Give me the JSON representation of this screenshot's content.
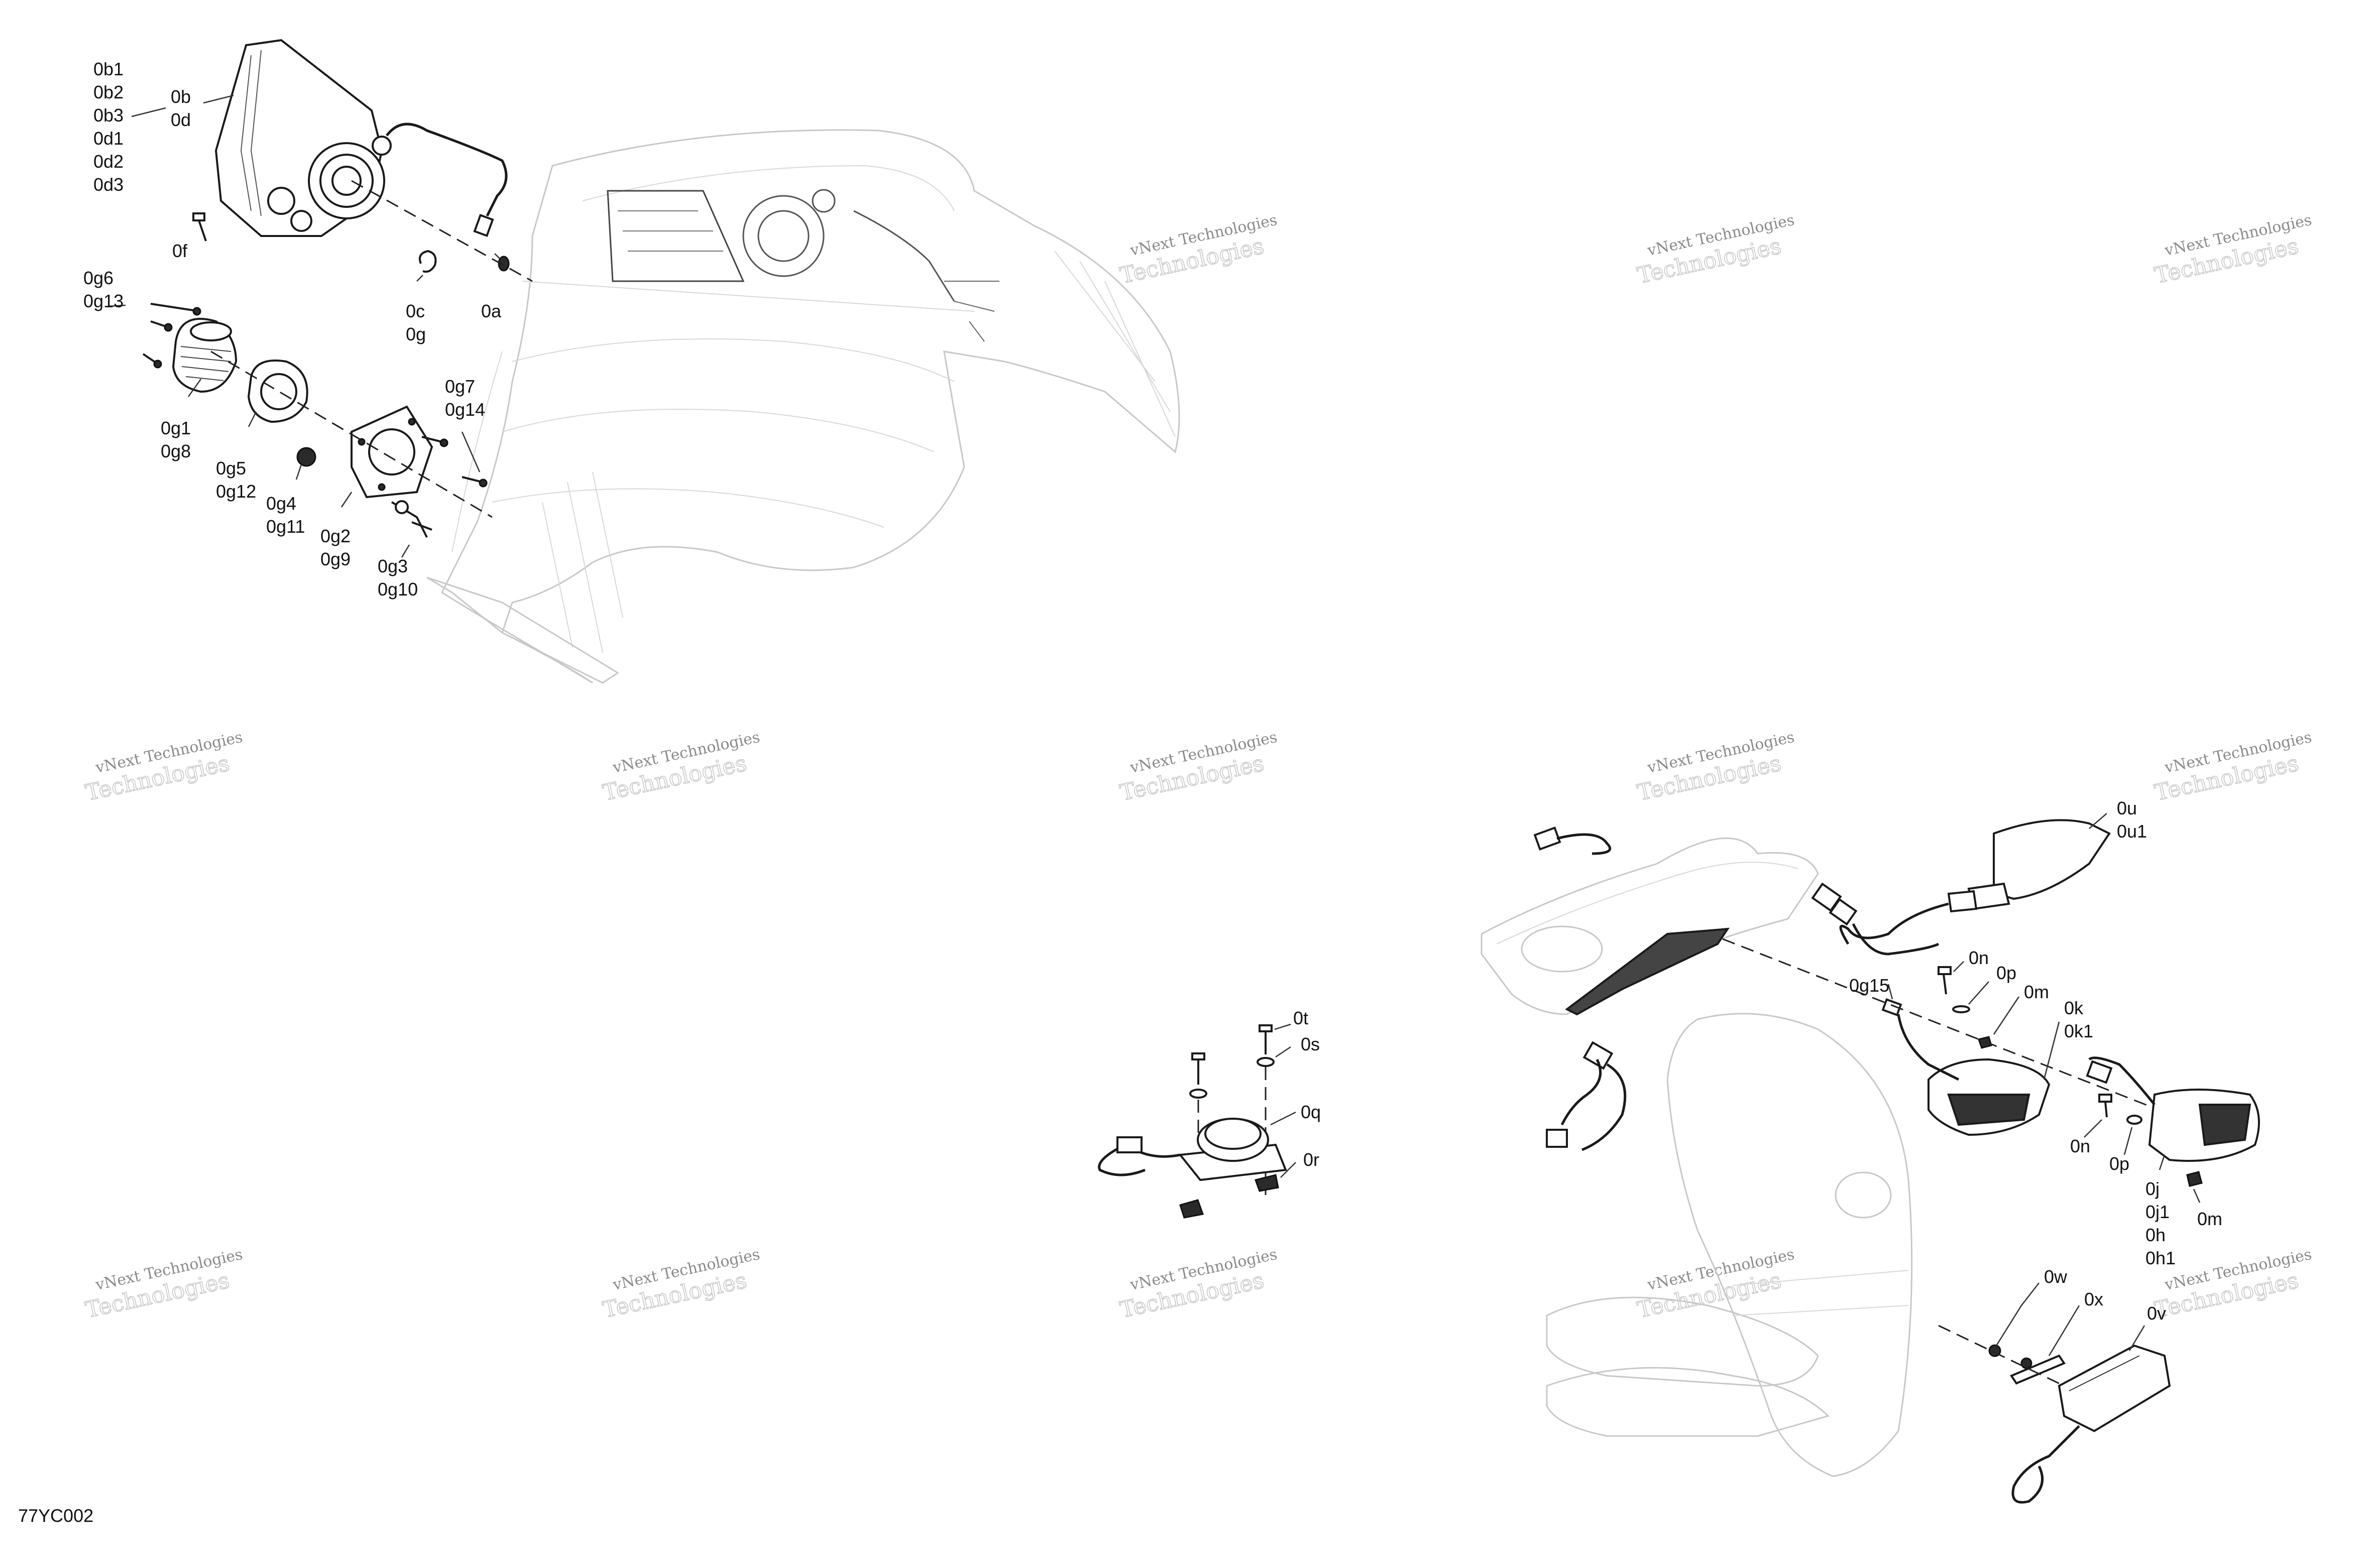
{
  "diagram": {
    "code": "77YC002",
    "watermark": {
      "line1": "vNext Technologies",
      "line2": "Technologies"
    },
    "labels": {
      "headlamp": [
        "0b1",
        "0b2",
        "0b3",
        "0d1",
        "0d2",
        "0d3"
      ],
      "headlamp_main": [
        "0b",
        "0d"
      ],
      "screw_f": "0f",
      "clip_c": [
        "0c",
        "0g"
      ],
      "nut_a": "0a",
      "screws_g6": [
        "0g6",
        "0g13"
      ],
      "lamp_g1": [
        "0g1",
        "0g8"
      ],
      "ring_g5": [
        "0g5",
        "0g12"
      ],
      "plug_g4": [
        "0g4",
        "0g11"
      ],
      "bracket_g2": [
        "0g2",
        "0g9"
      ],
      "adjuster_g3": [
        "0g3",
        "0g10"
      ],
      "screw_g7": [
        "0g7",
        "0g14"
      ],
      "screw_t": "0t",
      "washer_s": "0s",
      "horn_q": "0q",
      "nut_r": "0r",
      "signal_u": [
        "0u",
        "0u1"
      ],
      "screw_n_top": "0n",
      "washer_p_top": "0p",
      "nut_m_top": "0m",
      "connector_g15": "0g15",
      "signal_k": [
        "0k",
        "0k1"
      ],
      "screw_n_bottom": "0n",
      "washer_p_bottom": "0p",
      "signal_j": [
        "0j",
        "0j1",
        "0h",
        "0h1"
      ],
      "nut_m_bottom": "0m",
      "nut_w": "0w",
      "bracket_x": "0x",
      "plate_light_v": "0v"
    }
  }
}
